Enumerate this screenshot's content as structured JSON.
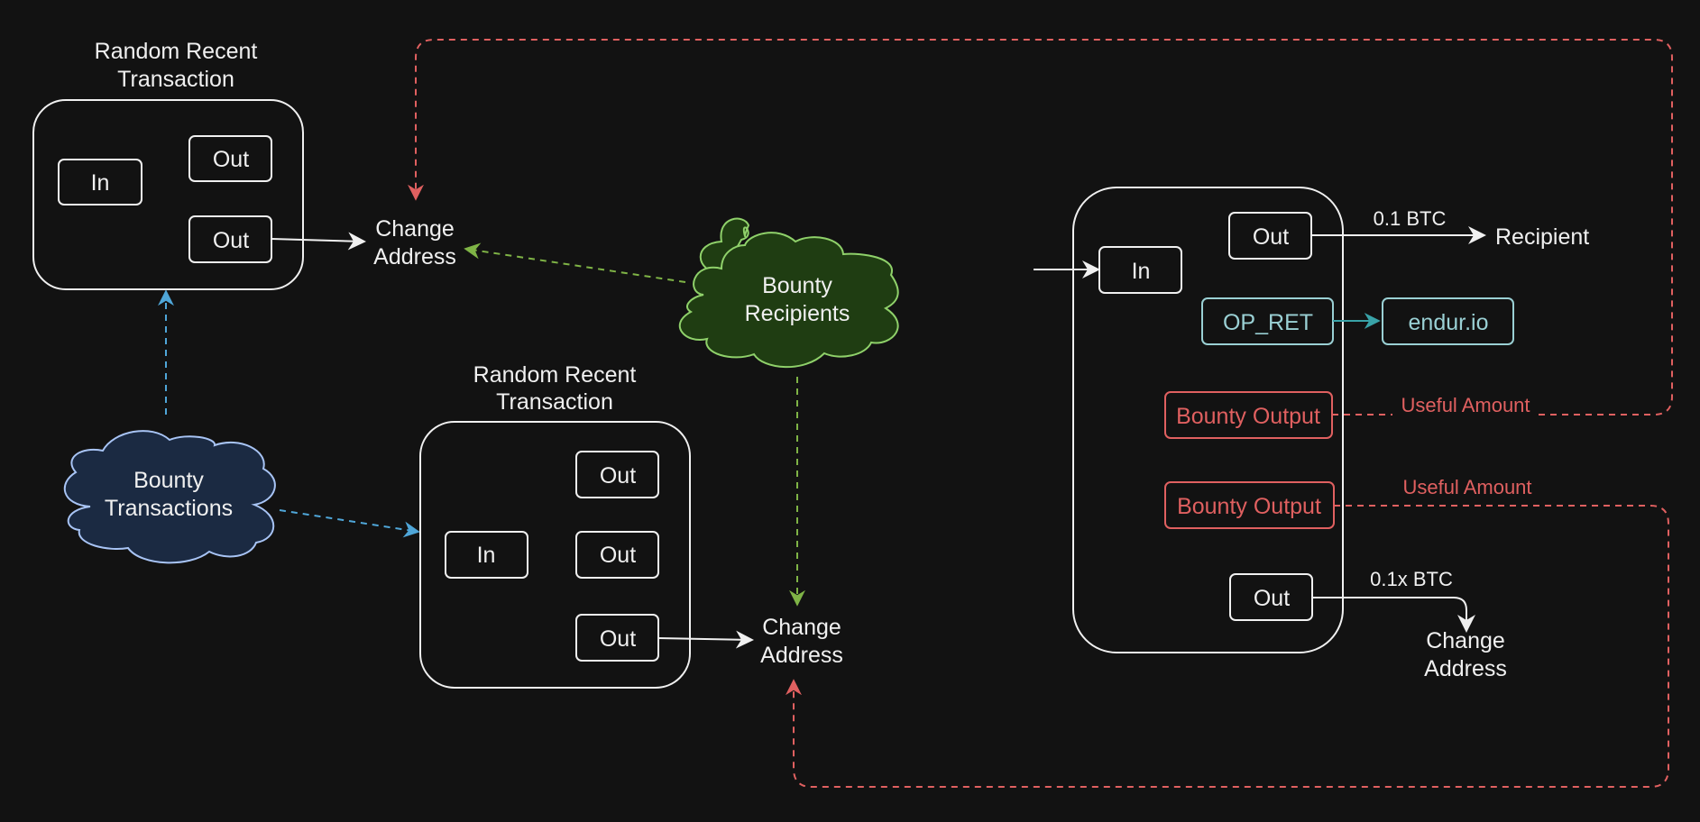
{
  "colors": {
    "background": "#121212",
    "white": "#f0f0f0",
    "red": "#e06060",
    "green_dash": "#7fb446",
    "blue_dash": "#4fa6d8",
    "teal": "#9ad0d4",
    "teal_arrow": "#39a3a8",
    "green_cloud_fill": "#1f3d12",
    "green_cloud_stroke": "#8fd16a",
    "blue_cloud_fill": "#1b2a42",
    "blue_cloud_stroke": "#a8c4f5"
  },
  "tx1": {
    "title_line1": "Random Recent",
    "title_line2": "Transaction",
    "in_label": "In",
    "out1_label": "Out",
    "out2_label": "Out"
  },
  "change_address_1": {
    "line1": "Change",
    "line2": "Address"
  },
  "bounty_recipients": {
    "line1": "Bounty",
    "line2": "Recipients"
  },
  "bounty_transactions": {
    "line1": "Bounty",
    "line2": "Transactions"
  },
  "tx2": {
    "title_line1": "Random Recent",
    "title_line2": "Transaction",
    "in_label": "In",
    "out1_label": "Out",
    "out2_label": "Out",
    "out3_label": "Out"
  },
  "change_address_2": {
    "line1": "Change",
    "line2": "Address"
  },
  "bounty_tx": {
    "in_label": "In",
    "out_top_label": "Out",
    "op_ret_label": "OP_RET",
    "bounty_output_1": "Bounty Output",
    "bounty_output_2": "Bounty Output",
    "out_bottom_label": "Out"
  },
  "recipient": {
    "amount": "0.1 BTC",
    "label": "Recipient"
  },
  "endur": {
    "label": "endur.io"
  },
  "useful_amount_1": "Useful Amount",
  "useful_amount_2": "Useful Amount",
  "change_address_3": {
    "amount": "0.1x BTC",
    "line1": "Change",
    "line2": "Address"
  }
}
